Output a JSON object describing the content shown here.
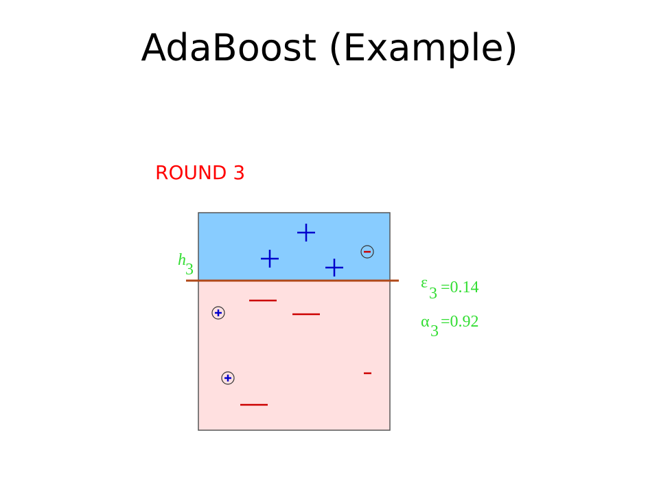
{
  "title": "AdaBoost (Example)",
  "round_label": "ROUND 3",
  "hypothesis": {
    "symbol": "h",
    "subscript": "3"
  },
  "error": {
    "symbol": "ε",
    "subscript": "3",
    "value_text": "=0.14"
  },
  "alpha": {
    "symbol": "α",
    "subscript": "3",
    "value_text": "=0.92"
  },
  "colors": {
    "title": "#000000",
    "round_label": "#ff0000",
    "region_above": "#88ccff",
    "region_below": "#ffe0e0",
    "boundary": "#b04818",
    "positive": "#0000cc",
    "negative": "#cc0000",
    "annotation": "#33dd33"
  },
  "samples": {
    "plus_glyph": "+",
    "minus_glyph": "-"
  }
}
